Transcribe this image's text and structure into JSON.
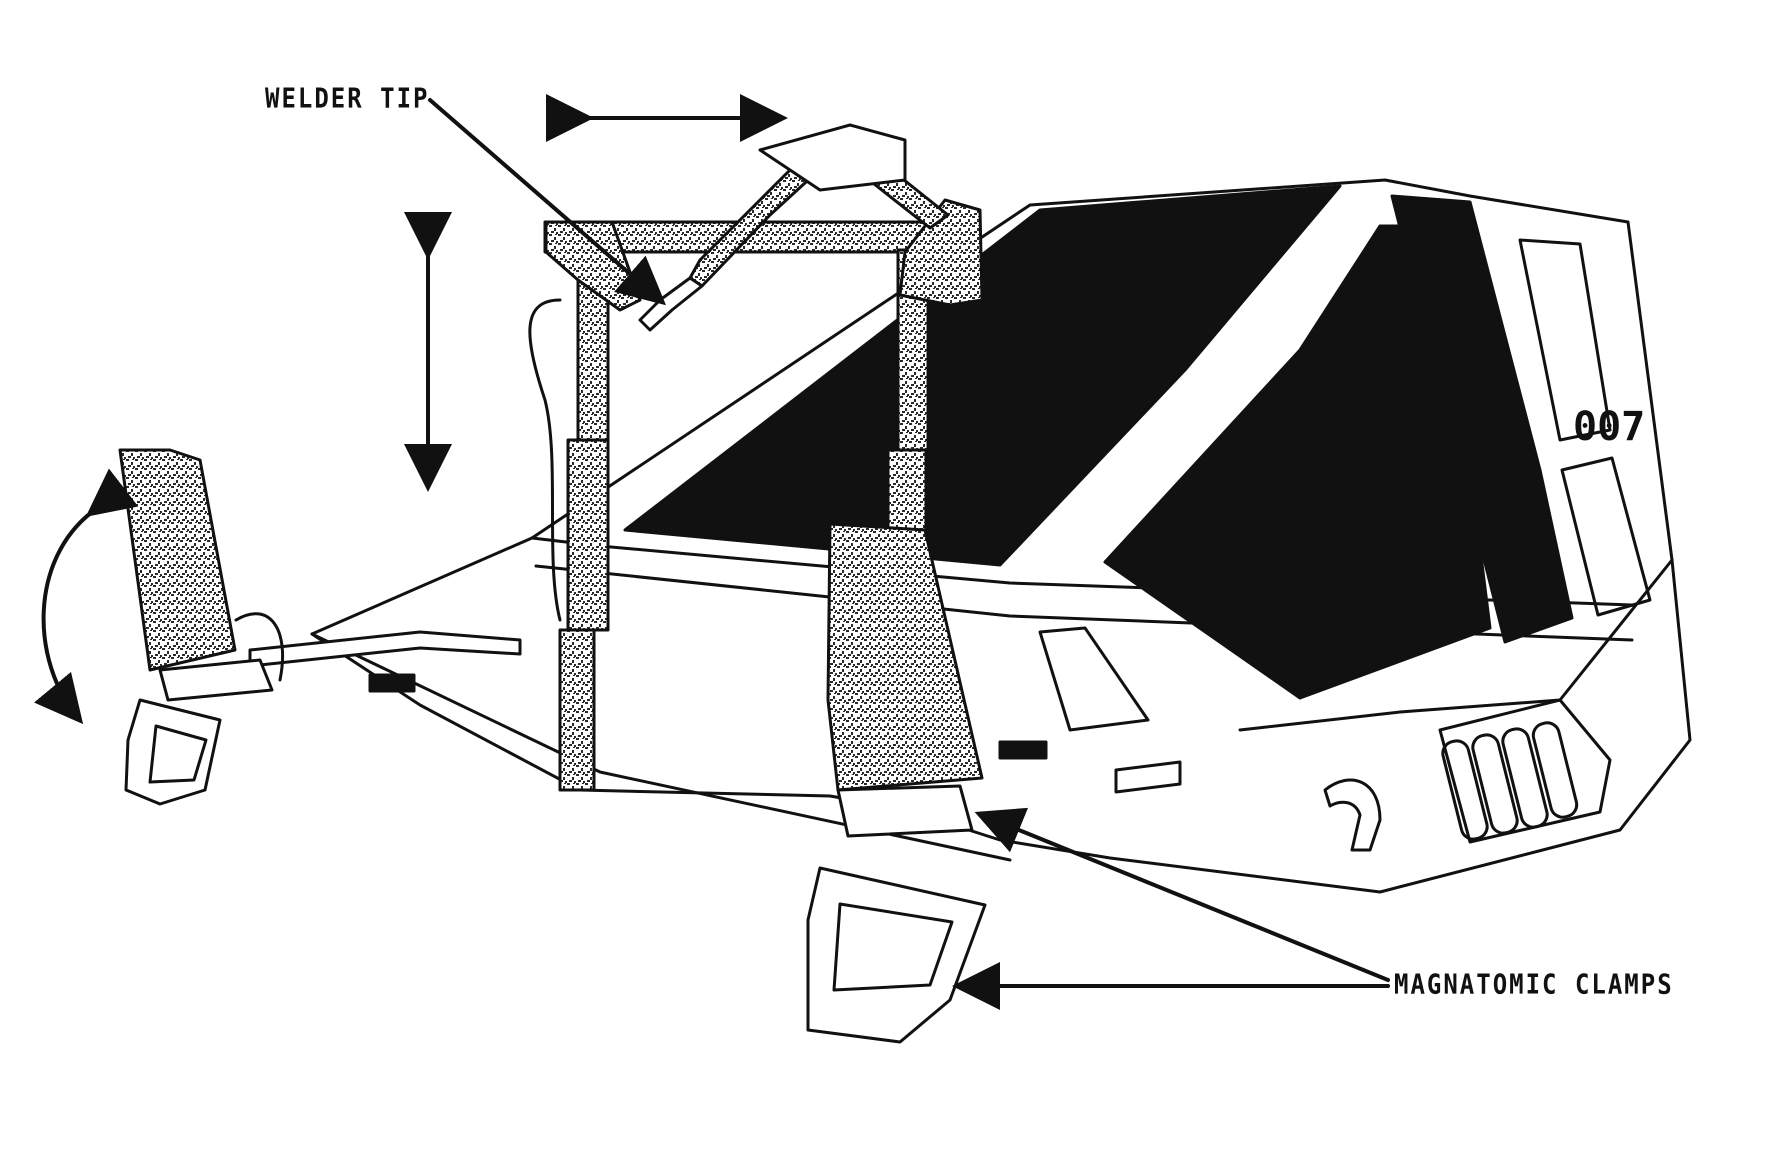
{
  "labels": {
    "welder_tip": "WELDER TIP",
    "magnatomic_clamps": "MAGNATOMIC CLAMPS"
  },
  "hull_number": "007",
  "colors": {
    "ink": "#111111",
    "paper": "#ffffff",
    "stipple": "#3a3a3a"
  }
}
